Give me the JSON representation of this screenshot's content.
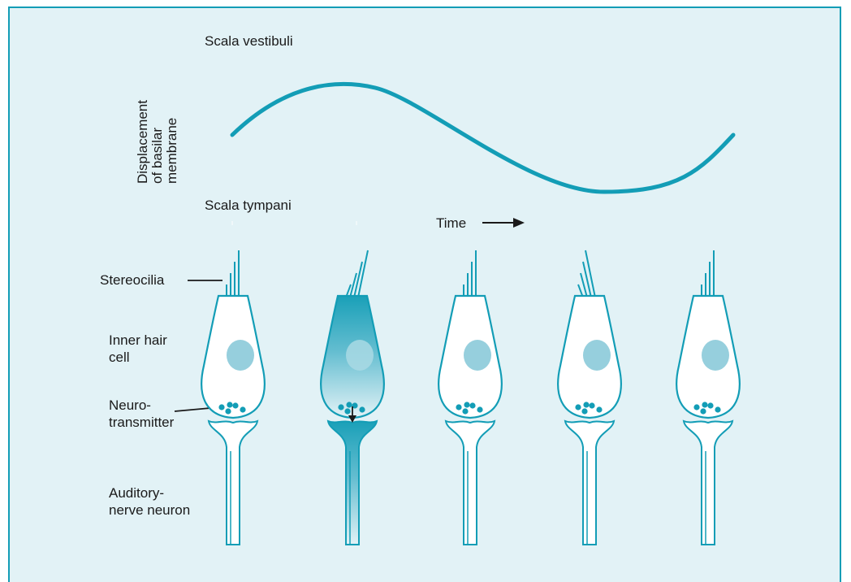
{
  "diagram": {
    "scala_vestibuli": "Scala vestibuli",
    "scala_tympani": "Scala tympani",
    "y_axis_label_lines": [
      "Displacement",
      "of basilar",
      "membrane"
    ],
    "x_axis_label": "Time",
    "labels": {
      "stereocilia": "Stereocilia",
      "inner_hair_cell": [
        "Inner hair",
        "cell"
      ],
      "neurotransmitter": [
        "Neuro-",
        "transmitter"
      ],
      "auditory_nerve_neuron": [
        "Auditory-",
        "nerve neuron"
      ]
    },
    "colors": {
      "background": "#e2f2f6",
      "border": "#139db6",
      "wave": "#139db6",
      "cell_outline": "#139db6",
      "nucleus": "#96cfdd",
      "vesicle": "#139db6",
      "active_cell_fill": "#1aa0b8"
    },
    "hair_cells": [
      {
        "state": "resting",
        "icon": "hair-cell"
      },
      {
        "state": "active",
        "icon": "hair-cell-releasing"
      },
      {
        "state": "resting",
        "icon": "hair-cell"
      },
      {
        "state": "resting",
        "icon": "hair-cell"
      },
      {
        "state": "resting",
        "icon": "hair-cell"
      }
    ]
  }
}
